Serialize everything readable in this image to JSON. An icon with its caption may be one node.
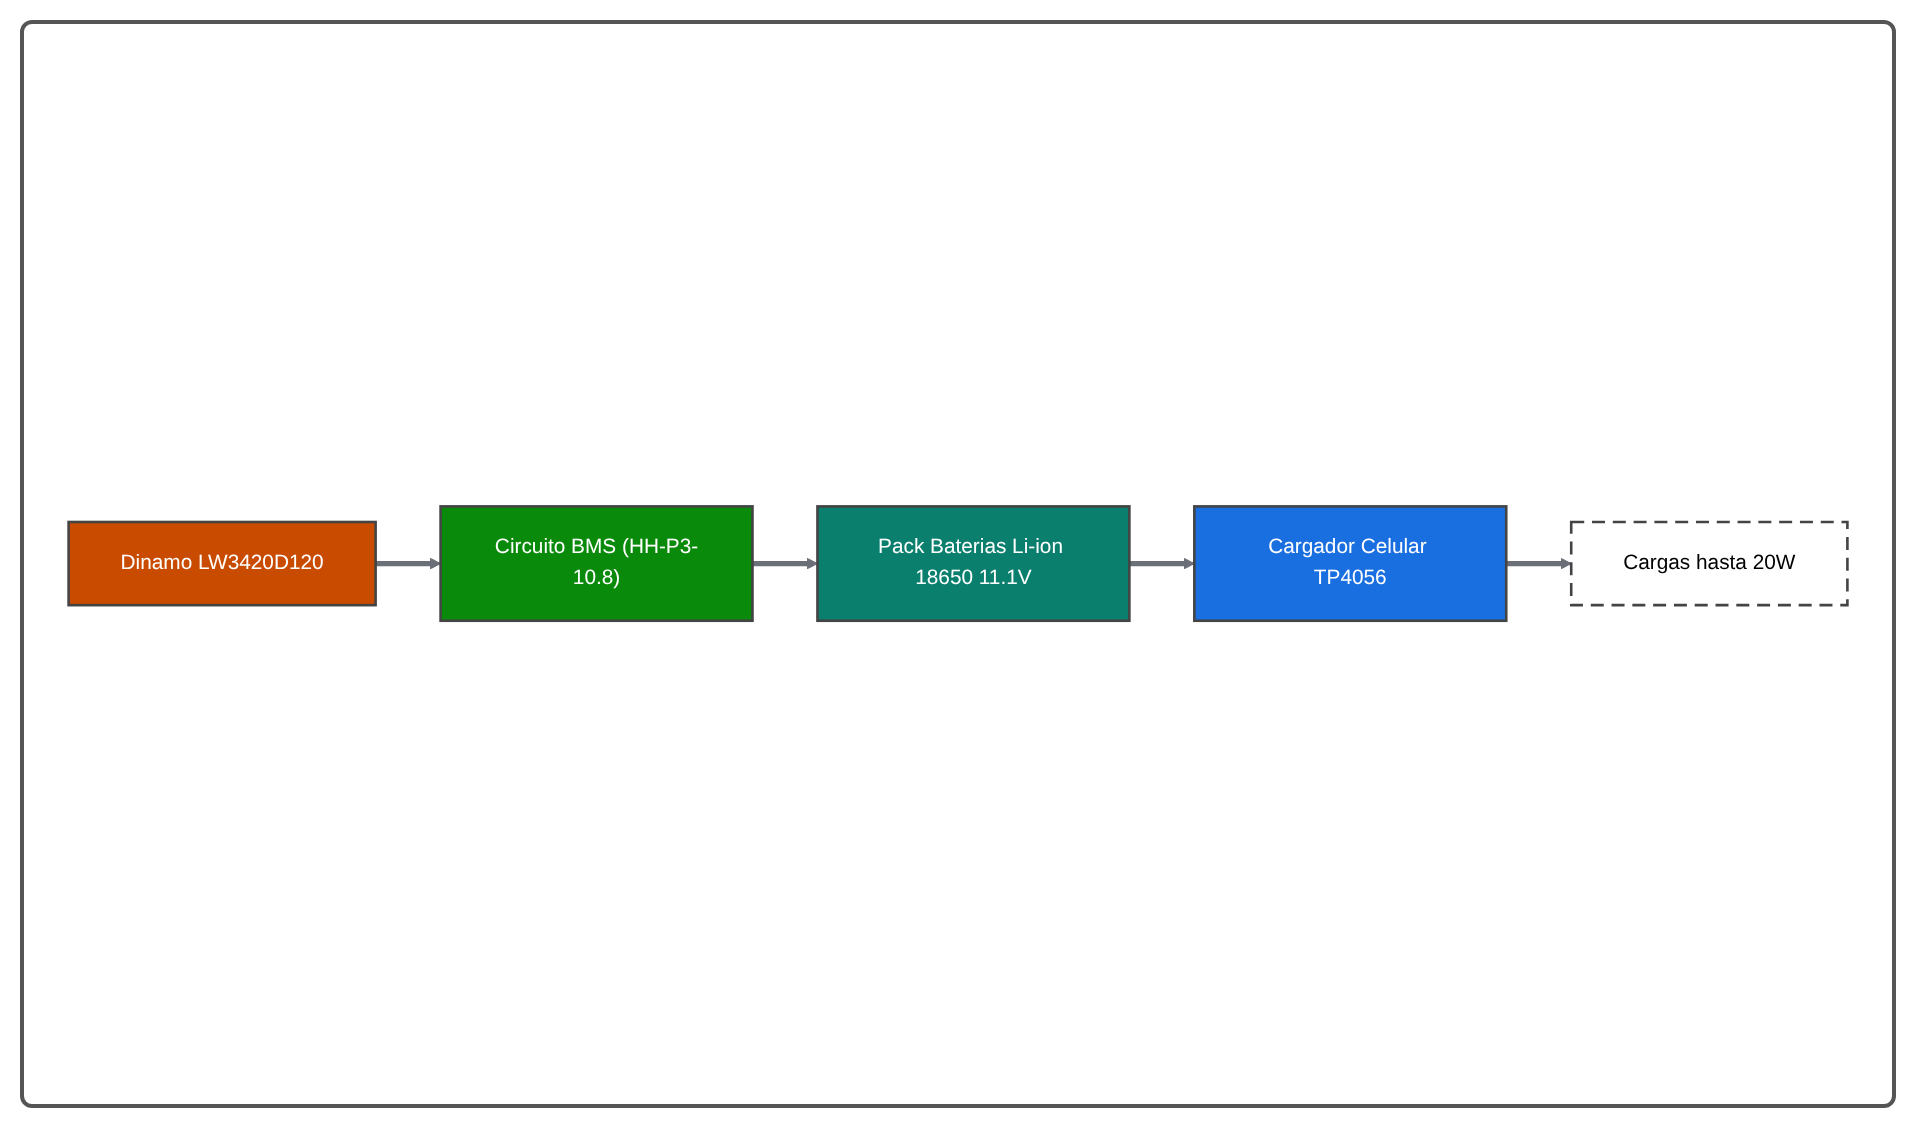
{
  "diagram": {
    "nodes": [
      {
        "text": [
          "Dinamo LW3420D120"
        ]
      },
      {
        "text": [
          "Circuito BMS (HH-P3-10.8)"
        ]
      },
      {
        "text": [
          "Pack Baterias Li-ion 18650 11.1V"
        ]
      },
      {
        "text": [
          "Cargador Celular TP4056"
        ]
      },
      {
        "text": [
          "Cargas hasta 20W"
        ]
      }
    ],
    "edges": [
      {
        "from": 0,
        "to": 1,
        "arrow": "to"
      },
      {
        "from": 1,
        "to": 2,
        "arrow": "to"
      },
      {
        "from": 2,
        "to": 3,
        "arrow": "to"
      },
      {
        "from": 3,
        "to": 4,
        "arrow": "to"
      }
    ]
  }
}
